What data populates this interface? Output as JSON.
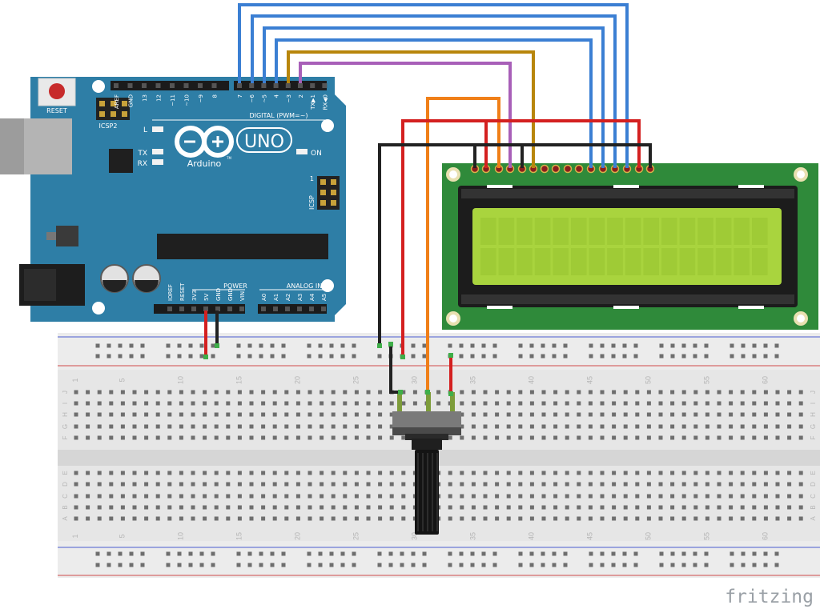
{
  "arduino": {
    "reset_label": "RESET",
    "icsp2_label": "ICSP2",
    "icsp_label": "ICSP",
    "icsp_pin1_label": "1",
    "brand": "Arduino",
    "tm": "TM",
    "model": "UNO",
    "led_l": "L",
    "led_tx": "TX",
    "led_rx": "RX",
    "led_on": "ON",
    "digital_label": "DIGITAL (PWM=~)",
    "power_label": "POWER",
    "analog_label": "ANALOG IN",
    "digital_pins": [
      "AREF",
      "GND",
      "13",
      "12",
      "~11",
      "~10",
      "~9",
      "8",
      "7",
      "~6",
      "~5",
      "4",
      "~3",
      "2",
      "TX▶1",
      "RX◀0"
    ],
    "power_pins": [
      "IOREF",
      "RESET",
      "3V3",
      "5V",
      "GND",
      "GND",
      "VIN"
    ],
    "analog_pins": [
      "A0",
      "A1",
      "A2",
      "A3",
      "A4",
      "A5"
    ]
  },
  "breadboard": {
    "column_numbers": [
      "1",
      "5",
      "10",
      "15",
      "20",
      "25",
      "30",
      "35",
      "40",
      "45",
      "50",
      "55",
      "60"
    ],
    "row_letters_top": [
      "J",
      "I",
      "H",
      "G",
      "F"
    ],
    "row_letters_bottom": [
      "E",
      "D",
      "C",
      "B",
      "A"
    ]
  },
  "lcd": {
    "type": "16x2 character LCD"
  },
  "watermark": "fritzing",
  "colors": {
    "arduino_board": "#2e7ea6",
    "lcd_pcb": "#2f8a3a",
    "lcd_screen": "#a9d43e",
    "wire_blue": "#3b7fd3",
    "wire_red": "#d42020",
    "wire_black": "#222222",
    "wire_orange": "#f07f18",
    "wire_purple": "#a85fb8",
    "wire_gold": "#b8860b"
  }
}
